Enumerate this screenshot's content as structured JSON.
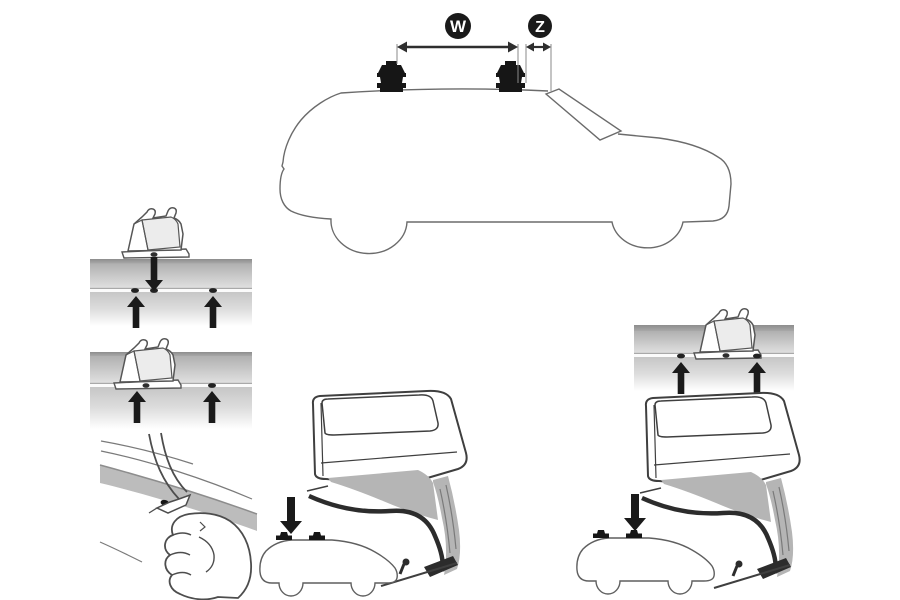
{
  "dimension_labels": {
    "width": "W",
    "offset": "Z"
  },
  "colors": {
    "background": "#ffffff",
    "car_outline": "#6b6b6b",
    "detail_outline": "#3f3f3f",
    "solid_black": "#1a1a1a",
    "shade_gray": "#b5b5b5",
    "band_dark": "#979797",
    "band_light": "#e2e2e2"
  },
  "panels": {
    "overview": {
      "name": "car-side-view-with-two-crossbar-feet-and-w-z-dimensions"
    },
    "align_drop": {
      "name": "drop-foot-onto-door-frame-markers"
    },
    "align_mounted_left": {
      "name": "foot-mounted-at-marker-left"
    },
    "align_mounted_right": {
      "name": "foot-mounted-between-markers-right"
    },
    "hand_grip": {
      "name": "press-bracket-into-door-opening-by-hand"
    },
    "closeup_rear": {
      "name": "clamp-close-up-rear-foot-position"
    },
    "closeup_front": {
      "name": "clamp-close-up-front-foot-position"
    }
  }
}
